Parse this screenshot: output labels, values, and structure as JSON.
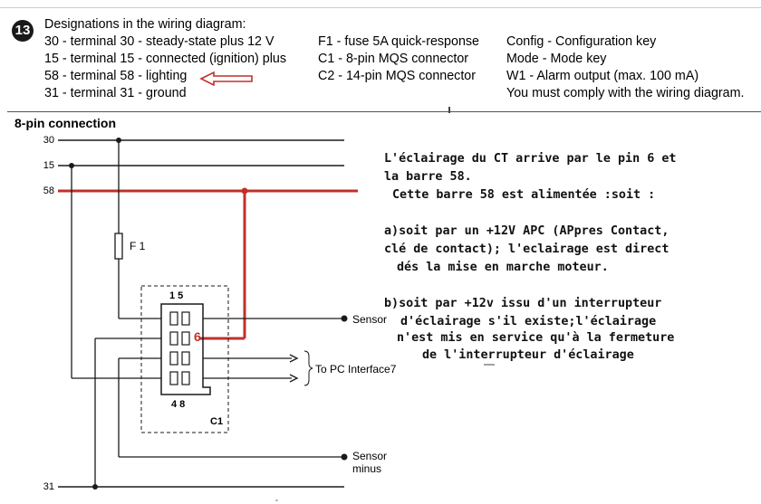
{
  "legend": {
    "badge": "13",
    "title": "Designations in the wiring diagram:",
    "col1": [
      "30 - terminal 30 - steady-state plus 12 V",
      "15 - terminal 15 - connected (ignition) plus",
      "58 - terminal 58 - lighting",
      "31 - terminal 31 - ground"
    ],
    "col2": [
      "F1 - fuse 5A quick-response",
      "C1 - 8-pin MQS connector",
      "C2 - 14-pin MQS connector"
    ],
    "col3": [
      "Config - Configuration key",
      "Mode - Mode key",
      "W1 - Alarm output (max. 100 mA)",
      "You must comply with the wiring diagram."
    ]
  },
  "diagram": {
    "title": "8-pin connection",
    "rails": [
      "30",
      "15",
      "58",
      "31"
    ],
    "fuse_label": "F 1",
    "pin_top": "1 5",
    "pin_bottom": "4 8",
    "pin_marker": "6",
    "connector_label": "C1",
    "sensor_label": "Sensor",
    "pc_label": "To PC Interface7",
    "sensor_minus_line1": "Sensor",
    "sensor_minus_line2": "minus"
  },
  "annotation": {
    "lines": [
      "L'éclairage du CT arrive par le pin 6 et",
      "la barre 58.",
      "Cette barre 58 est alimentée :soit :",
      "a)soit par un +12V APC (APpres Contact,",
      "clé de contact); l'eclairage est direct",
      "dés la mise en marche moteur.",
      "b)soit par +12v issu d'un interrupteur",
      "d'éclairage s'il existe;l'éclairage",
      "n'est mis en service qu'à la fermeture",
      "de l'interrupteur d'éclairage"
    ]
  },
  "colors": {
    "highlight": "#c0302b",
    "wire": "#1a1a1a"
  }
}
